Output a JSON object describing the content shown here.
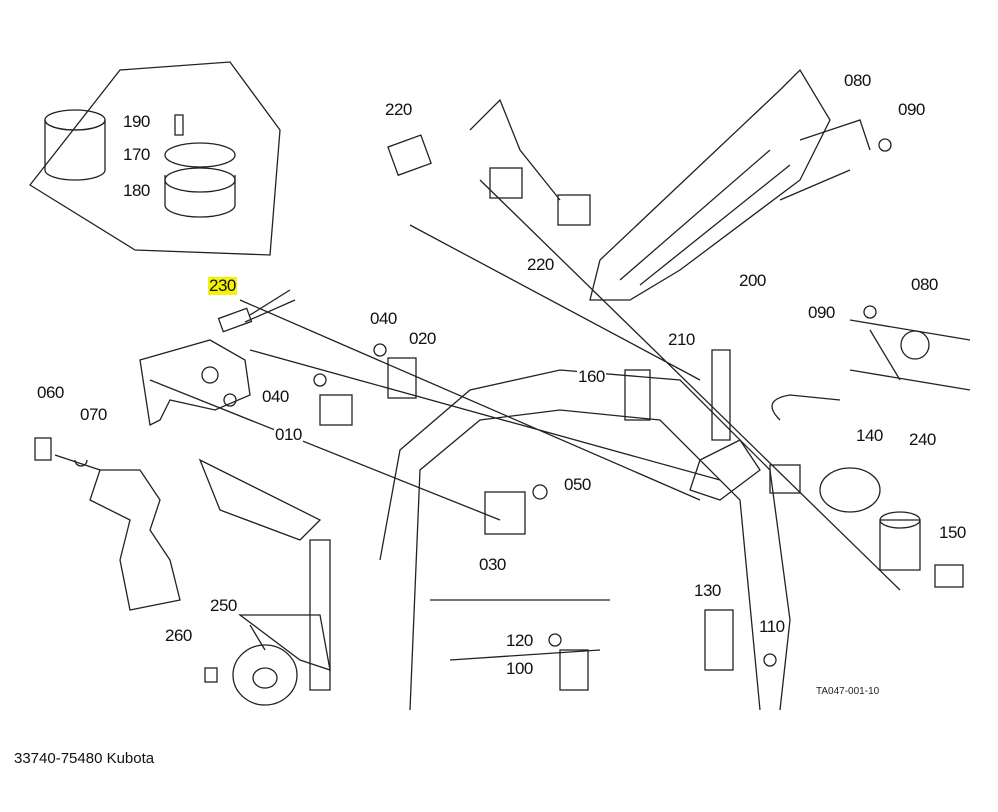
{
  "diagram": {
    "highlight_color": "#f5f20a",
    "highlighted_part": "230",
    "part_labels": [
      "190",
      "170",
      "180",
      "220",
      "220",
      "080",
      "090",
      "230",
      "200",
      "080",
      "090",
      "210",
      "040",
      "020",
      "160",
      "060",
      "070",
      "040",
      "010",
      "140",
      "240",
      "050",
      "150",
      "030",
      "130",
      "250",
      "110",
      "260",
      "120",
      "100"
    ],
    "drawing_code": "TA047-001-10"
  },
  "caption": "33740-75480 Kubota"
}
